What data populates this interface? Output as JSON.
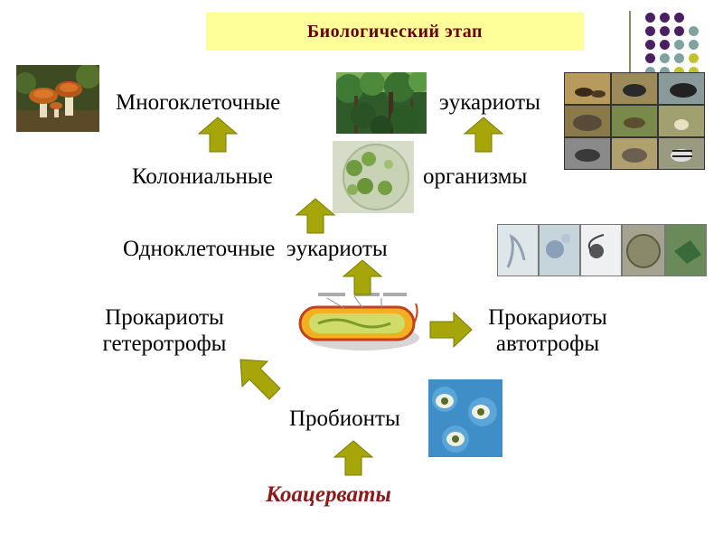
{
  "title": "Биологический   этап",
  "labels": {
    "multicellular": "Многоклеточные",
    "eukaryotes_top": "эукариоты",
    "colonial": "Колониальные",
    "organisms": "организмы",
    "unicellular": "Одноклеточные  эукариоты",
    "prokaryotes_left_1": "Прокариоты",
    "prokaryotes_left_2": "гетеротрофы",
    "prokaryotes_right_1": "Прокариоты",
    "prokaryotes_right_2": "автотрофы",
    "probionts": "Пробионты",
    "coacervates": "Коацерваты"
  },
  "colors": {
    "title_bg": "#ffff99",
    "title_text": "#660000",
    "arrow_fill": "#a6a60a",
    "coacervates_text": "#8b1a1a",
    "dot_purple": "#4b2063",
    "dot_teal": "#7fa3a0",
    "dot_olive": "#c2c230"
  },
  "images": {
    "mushrooms": "mushrooms-photo",
    "forest": "forest-photo",
    "animals": "animals-collage",
    "volvox": "volvox-colony-photo",
    "protists": "protists-strip",
    "bacterium": "bacterium-diagram",
    "probiont_cells": "probiont-cells-photo"
  }
}
